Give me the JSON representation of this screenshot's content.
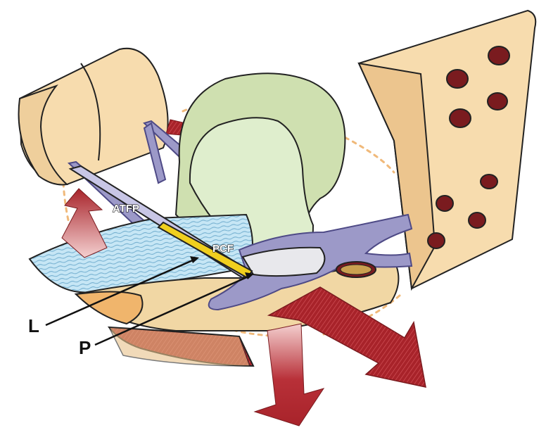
{
  "labels": {
    "atfp": "ATFP",
    "pcf": "PCF",
    "l": "L",
    "p": "P"
  },
  "colors": {
    "bone": "#f7dcae",
    "bone_dark": "#e9c893",
    "bladder": "#cfe0b0",
    "bladder_light": "#dfeecd",
    "levator": "#bfe2f2",
    "levator_line": "#6aa9cc",
    "fascia": "#9c99c8",
    "fascia_dark": "#6b66a8",
    "muscle": "#a8232a",
    "muscle_light": "#e3a0a2",
    "yellow": "#f0cf1e",
    "dashes": "#f0b97a"
  }
}
